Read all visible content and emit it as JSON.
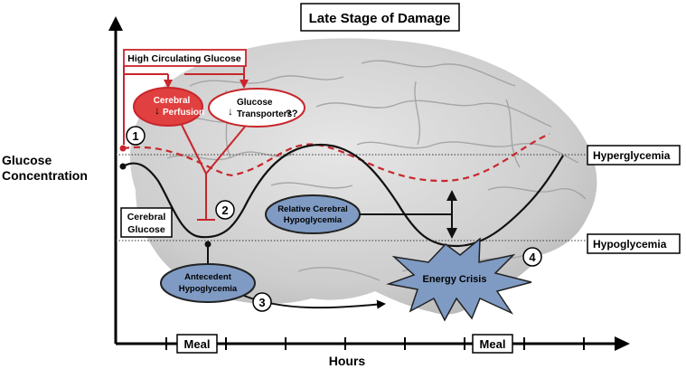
{
  "title": "Late Stage of Damage",
  "axes": {
    "y_label_line1": "Glucose",
    "y_label_line2": "Concentration",
    "x_label": "Hours",
    "meal_label_1": "Meal",
    "meal_label_2": "Meal"
  },
  "reference_lines": {
    "hyper": "Hyperglycemia",
    "hypo": "Hypoglycemia"
  },
  "boxes": {
    "high_glucose": "High Circulating Glucose",
    "cerebral_glucose_line1": "Cerebral",
    "cerebral_glucose_line2": "Glucose"
  },
  "ellipses": {
    "perfusion_line1": "Cerebral",
    "perfusion_line2": "Perfusion",
    "transporters_line1": "Glucose",
    "transporters_line2": "Transporters",
    "transporters_qq": "??",
    "relative_line1": "Relative Cerebral",
    "relative_line2": "Hypoglycemia",
    "antecedent_line1": "Antecedent",
    "antecedent_line2": "Hypoglycemia"
  },
  "energy_crisis": "Energy Crisis",
  "markers": [
    "1",
    "2",
    "3",
    "4"
  ],
  "colors": {
    "red": "#c8262c",
    "red_fill": "#e0403f",
    "blue_fill": "#7f9bc4",
    "brain": "#c9c9c9"
  }
}
